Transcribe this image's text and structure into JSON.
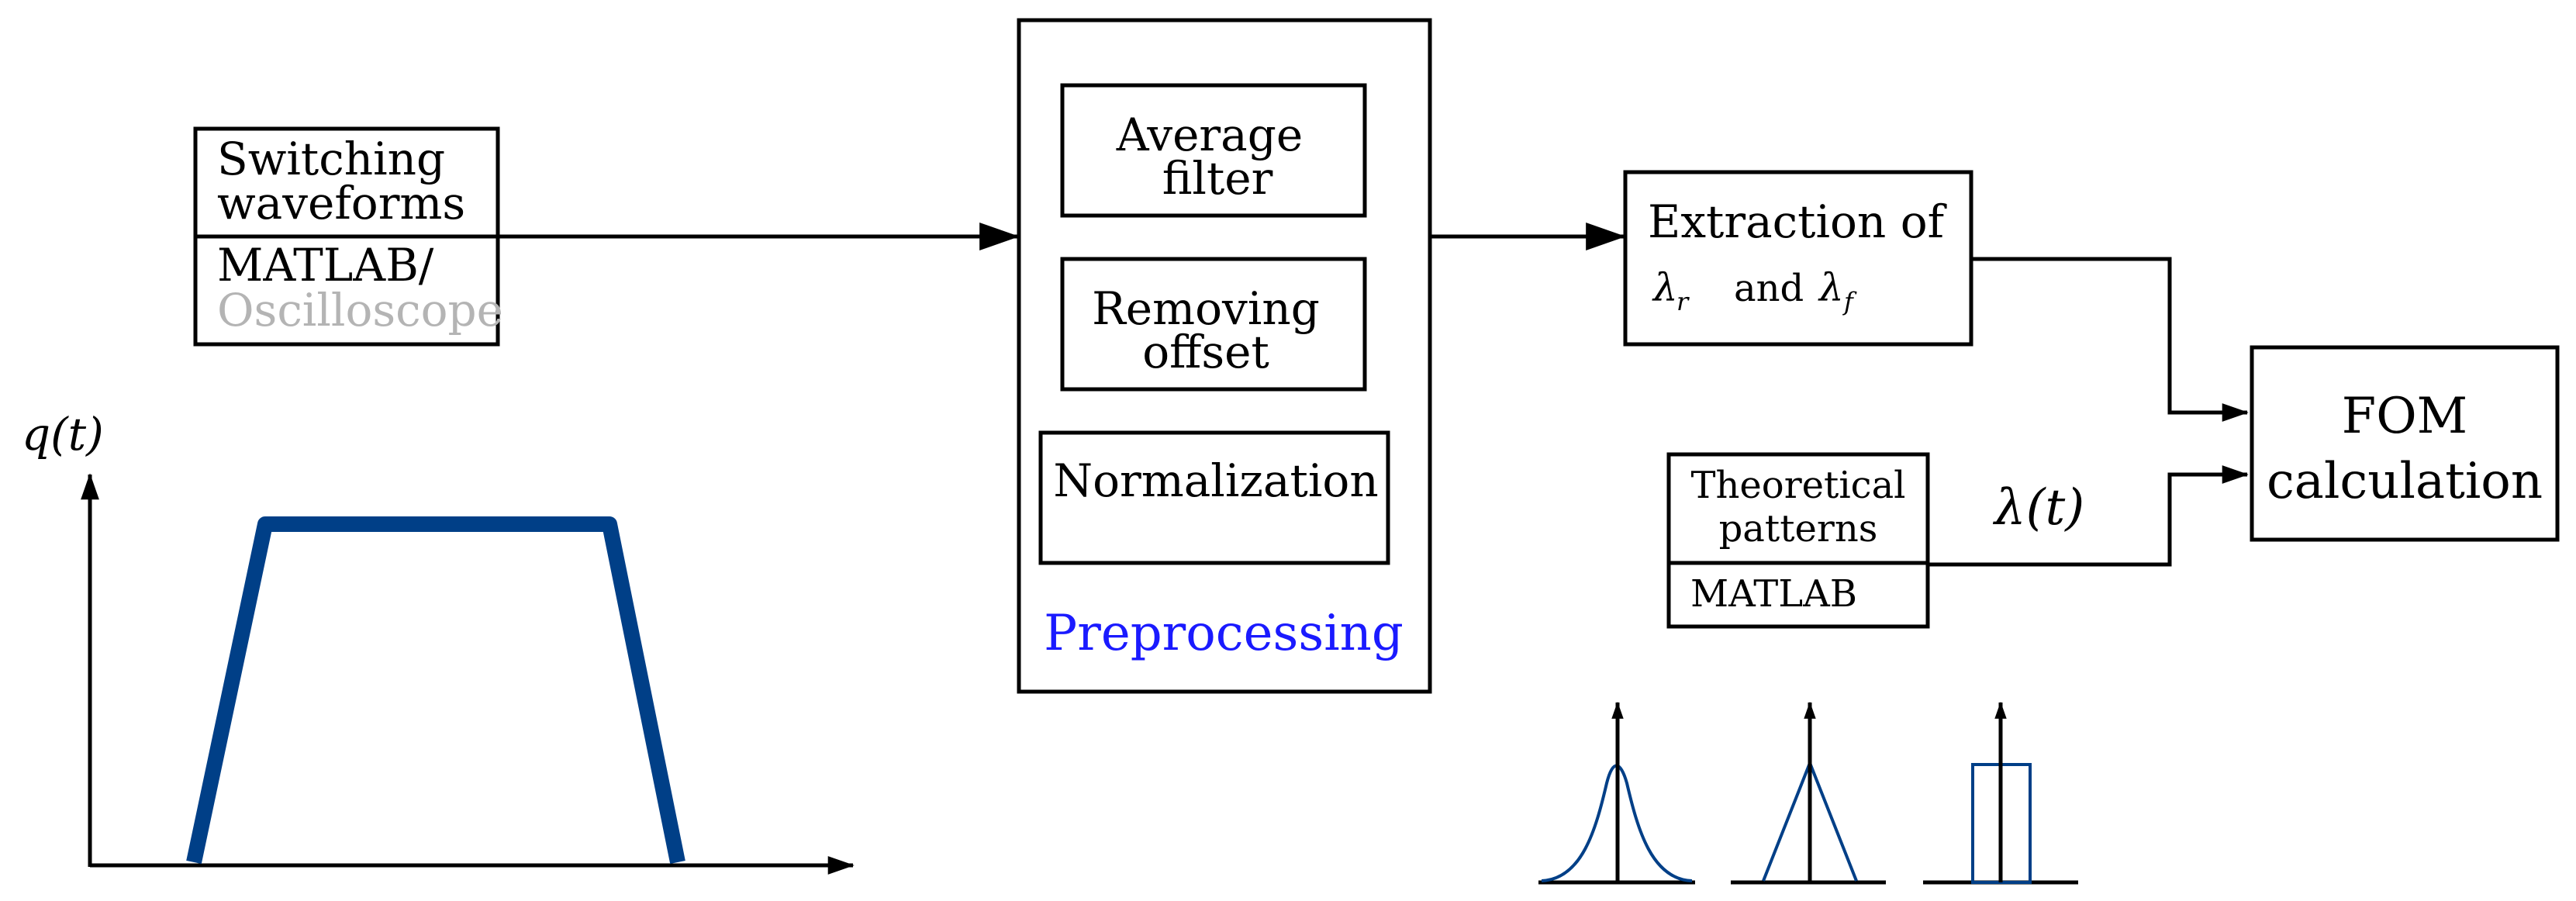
{
  "colors": {
    "trapezoid": "#003f87",
    "preprocessing_label": "#1a1aff",
    "muted_text": "#b4b4b4",
    "pattern_curves": "#003f87"
  },
  "source_box": {
    "title_line1": "Switching",
    "title_line2": "waveforms",
    "tool_line1": "MATLAB/",
    "tool_line2": "Oscilloscope"
  },
  "preprocessing": {
    "step1_line1": "Average",
    "step1_line2": "filter",
    "step2_line1": "Removing",
    "step2_line2": "offset",
    "step3": "Normalization",
    "label": "Preprocessing"
  },
  "extraction_box": {
    "line1": "Extraction of",
    "lambda_r": "λ",
    "sub_r": "r",
    "and": "and",
    "lambda_f": "λ",
    "sub_f": "f"
  },
  "theoretical_box": {
    "title_line1": "Theoretical",
    "title_line2": "patterns",
    "tool": "MATLAB"
  },
  "fom_box": {
    "line1": "FOM",
    "line2": "calculation"
  },
  "lambda_label": "λ(t)",
  "plot": {
    "y_axis_label": "q(t)"
  },
  "pattern_icons": [
    "gaussian-pattern-icon",
    "triangular-pattern-icon",
    "rectangular-pattern-icon"
  ]
}
